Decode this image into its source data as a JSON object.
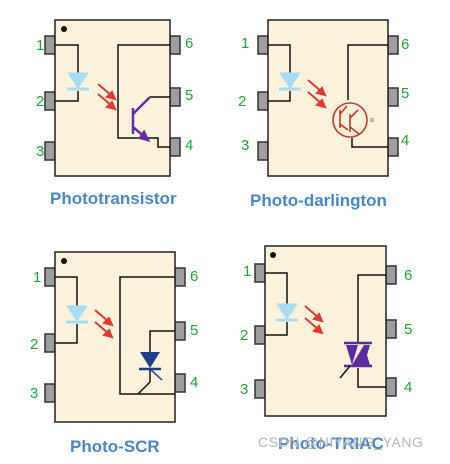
{
  "colors": {
    "body_fill": "#fdf3dc",
    "pin_fill": "#9e9e9e",
    "pin_number": "#22a13a",
    "caption": "#4a86c5",
    "wire": "#111111",
    "led": "#a7dcf2",
    "light_arrow": "#e23a2f",
    "transistor": "#6a2da0",
    "darlington": "#c0392b",
    "scr": "#1e3f8a",
    "triac": "#5b2ca0"
  },
  "packages": [
    {
      "caption": "Phototransistor",
      "output_device": "phototransistor",
      "pins_left": [
        "1",
        "2",
        "3"
      ],
      "pins_right": [
        "6",
        "5",
        "4"
      ]
    },
    {
      "caption": "Photo-darlington",
      "output_device": "photo-darlington",
      "pins_left": [
        "1",
        "2",
        "3"
      ],
      "pins_right": [
        "6",
        "5",
        "4"
      ]
    },
    {
      "caption": "Photo-SCR",
      "output_device": "photo-scr",
      "pins_left": [
        "1",
        "2",
        "3"
      ],
      "pins_right": [
        "6",
        "5",
        "4"
      ]
    },
    {
      "caption": "Photo-TRIAC",
      "output_device": "photo-triac",
      "pins_left": [
        "1",
        "2",
        "3"
      ],
      "pins_right": [
        "6",
        "5",
        "4"
      ]
    }
  ],
  "watermark": "CSDN @NIYANG_YANG"
}
